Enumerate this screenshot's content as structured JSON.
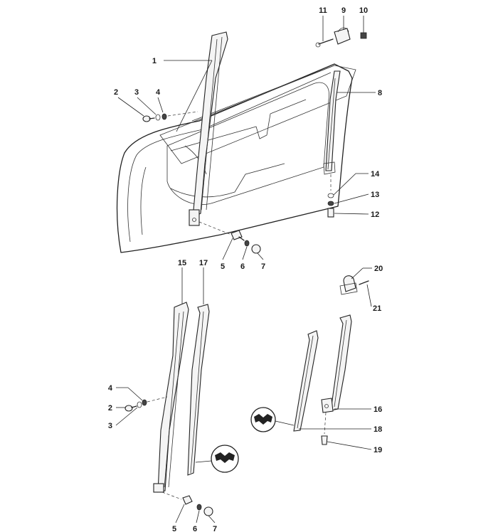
{
  "diagram": {
    "callouts": {
      "c1": "1",
      "c2a": "2",
      "c3a": "3",
      "c4a": "4",
      "c5a": "5",
      "c6a": "6",
      "c7a": "7",
      "c8": "8",
      "c9": "9",
      "c10": "10",
      "c11": "11",
      "c12": "12",
      "c13": "13",
      "c14": "14",
      "c15": "15",
      "c17": "17",
      "c4b": "4",
      "c2b": "2",
      "c3b": "3",
      "c5b": "5",
      "c6b": "6",
      "c7b": "7",
      "c20": "20",
      "c21": "21",
      "c16": "16",
      "c18": "18",
      "c19": "19"
    }
  }
}
